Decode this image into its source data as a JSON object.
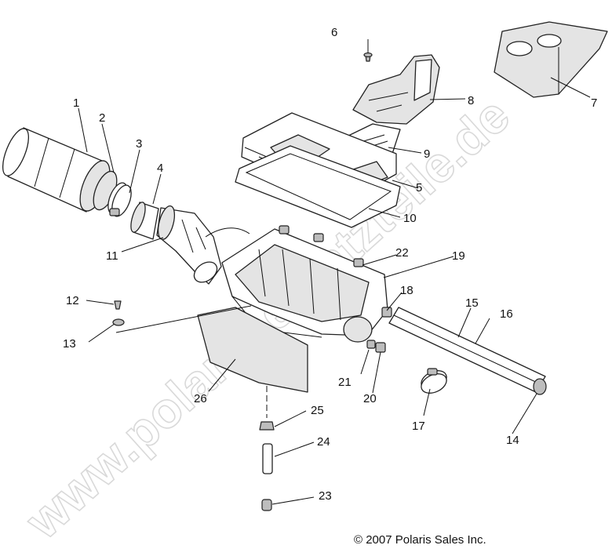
{
  "watermark": "www.polaris-ersatzteile.de",
  "copyright": "© 2007 Polaris Sales Inc.",
  "callouts": [
    {
      "id": "1",
      "text": "1"
    },
    {
      "id": "2",
      "text": "2"
    },
    {
      "id": "3",
      "text": "3"
    },
    {
      "id": "4",
      "text": "4"
    },
    {
      "id": "5",
      "text": "5"
    },
    {
      "id": "6",
      "text": "6"
    },
    {
      "id": "7",
      "text": "7"
    },
    {
      "id": "8",
      "text": "8"
    },
    {
      "id": "9",
      "text": "9"
    },
    {
      "id": "10",
      "text": "10"
    },
    {
      "id": "11",
      "text": "11"
    },
    {
      "id": "12",
      "text": "12"
    },
    {
      "id": "13",
      "text": "13"
    },
    {
      "id": "14",
      "text": "14"
    },
    {
      "id": "15",
      "text": "15"
    },
    {
      "id": "16",
      "text": "16"
    },
    {
      "id": "17",
      "text": "17"
    },
    {
      "id": "18",
      "text": "18"
    },
    {
      "id": "19",
      "text": "19"
    },
    {
      "id": "20",
      "text": "20"
    },
    {
      "id": "21",
      "text": "21"
    },
    {
      "id": "22",
      "text": "22"
    },
    {
      "id": "23",
      "text": "23"
    },
    {
      "id": "24",
      "text": "24"
    },
    {
      "id": "25",
      "text": "25"
    },
    {
      "id": "26",
      "text": "26"
    }
  ]
}
